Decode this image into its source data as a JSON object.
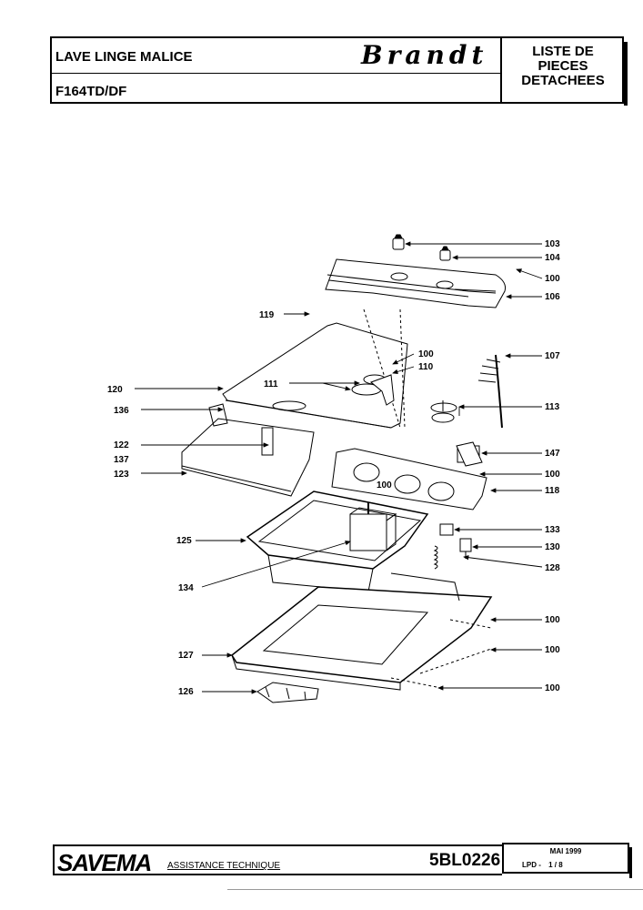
{
  "header": {
    "product_line": "LAVE LINGE MALICE",
    "model": "F164TD/DF",
    "brand": "Brandt",
    "doc_type": "LISTE DE\nPIECES\nDETACHEES",
    "doc_type_lines": [
      "LISTE DE",
      "PIECES",
      "DETACHEES"
    ]
  },
  "parts": [
    {
      "id": "p103",
      "label": "103"
    },
    {
      "id": "p104",
      "label": "104"
    },
    {
      "id": "p100a",
      "label": "100"
    },
    {
      "id": "p106",
      "label": "106"
    },
    {
      "id": "p119",
      "label": "119"
    },
    {
      "id": "p100b",
      "label": "100"
    },
    {
      "id": "p110",
      "label": "110"
    },
    {
      "id": "p107",
      "label": "107"
    },
    {
      "id": "p120",
      "label": "120"
    },
    {
      "id": "p111",
      "label": "111"
    },
    {
      "id": "p136",
      "label": "136"
    },
    {
      "id": "p113",
      "label": "113"
    },
    {
      "id": "p122",
      "label": "122"
    },
    {
      "id": "p147",
      "label": "147"
    },
    {
      "id": "p137",
      "label": "137"
    },
    {
      "id": "p123",
      "label": "123"
    },
    {
      "id": "p100c",
      "label": "100"
    },
    {
      "id": "p100d",
      "label": "100"
    },
    {
      "id": "p118",
      "label": "118"
    },
    {
      "id": "p133",
      "label": "133"
    },
    {
      "id": "p125",
      "label": "125"
    },
    {
      "id": "p130",
      "label": "130"
    },
    {
      "id": "p128",
      "label": "128"
    },
    {
      "id": "p134",
      "label": "134"
    },
    {
      "id": "p100e",
      "label": "100"
    },
    {
      "id": "p100f",
      "label": "100"
    },
    {
      "id": "p127",
      "label": "127"
    },
    {
      "id": "p126",
      "label": "126"
    },
    {
      "id": "p100g",
      "label": "100"
    }
  ],
  "footer": {
    "company": "SAVEMA",
    "department": "ASSISTANCE TECHNIQUE",
    "reference": "5BL0226",
    "date": "MAI 1999",
    "page_label": "LPD -",
    "page": "1 / 8"
  }
}
